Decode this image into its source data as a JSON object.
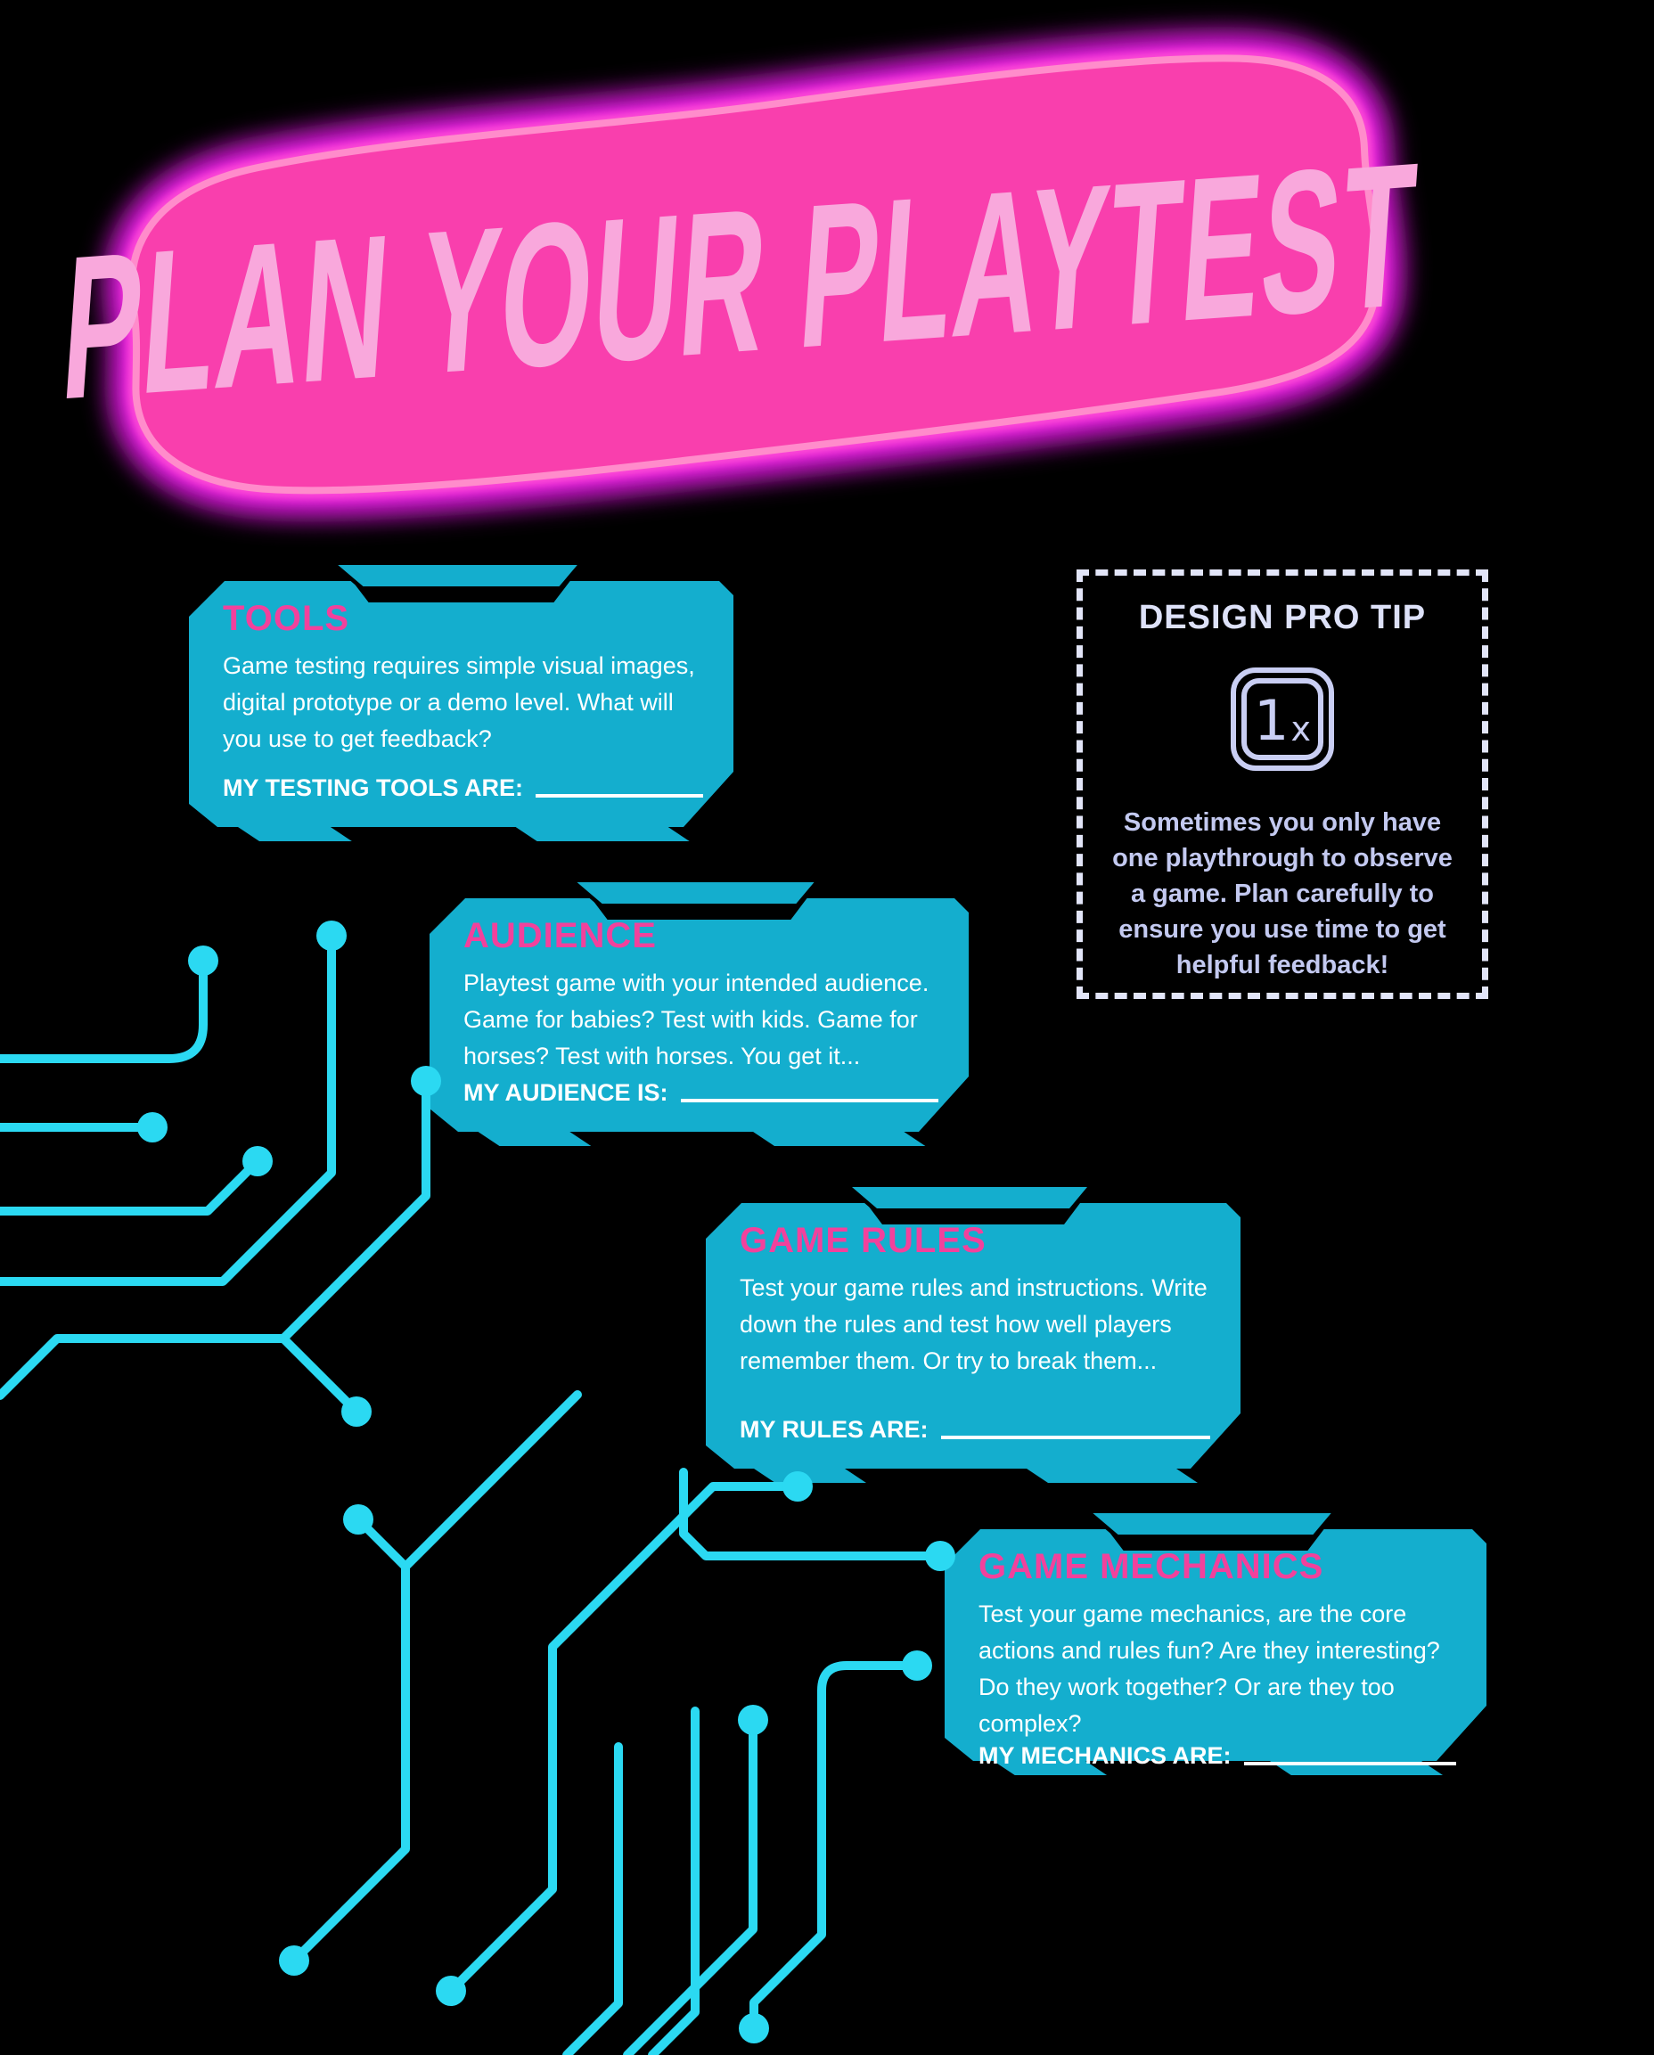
{
  "title": {
    "text": "PLAN YOUR PLAYTEST"
  },
  "cards": [
    {
      "heading": "TOOLS",
      "body": "Game testing requires simple visual images, digital prototype or a demo level. What will you use to get feedback?",
      "label": "MY TESTING TOOLS ARE:"
    },
    {
      "heading": "AUDIENCE",
      "body": "Playtest game with your intended audience. Game for babies? Test with kids. Game for horses? Test with horses. You get it...",
      "label": "MY AUDIENCE IS:"
    },
    {
      "heading": "GAME RULES",
      "body": "Test your game rules and instructions. Write down the rules and test how well players remember them.  Or try to break them...",
      "label": "MY RULES ARE:"
    },
    {
      "heading": "GAME MECHANICS",
      "body": "Test your game mechanics, are the core actions and rules fun? Are they interesting?  Do they work together? Or are they too complex?",
      "label": "MY MECHANICS ARE:"
    }
  ],
  "pro_tip": {
    "heading": "DESIGN PRO TIP",
    "icon": "one-playthrough-1x-icon",
    "icon_one": "1",
    "icon_x": "x",
    "body": "Sometimes you only have one playthrough to observe a game. Plan carefully to ensure you use time to get helpful feedback!"
  },
  "colors": {
    "background": "#000000",
    "card_cyan": "#14AECE",
    "circuit_cyan": "#2BD9F2",
    "heading_pink": "#F2419C",
    "blob_pink": "#F93FAD",
    "blob_edge_pink": "#FF8CCB",
    "glow_magenta": "#F01AF0",
    "title_pink": "#F9A8DC",
    "tip_lavender": "#C9CEF3"
  }
}
